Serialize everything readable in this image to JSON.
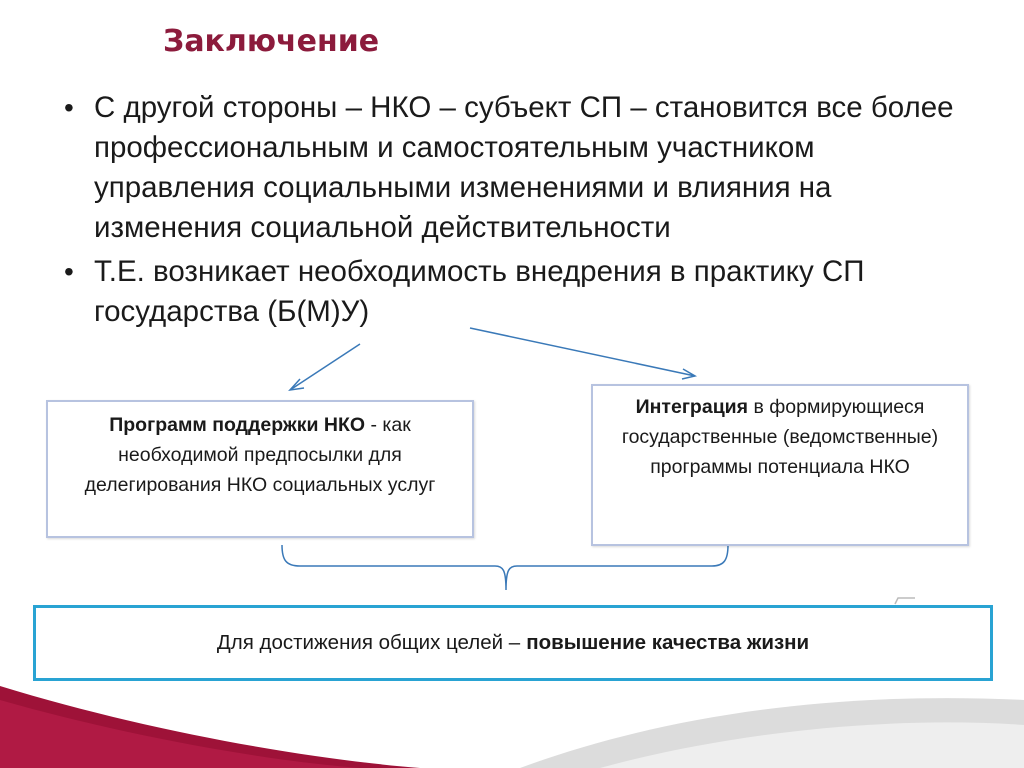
{
  "slide": {
    "title": "Заключение",
    "bullets": [
      {
        "text": "С другой стороны – НКО – субъект СП – становится все более профессиональным и самостоятельным участником управления социальными изменениями и влияния на изменения социальной действительности"
      },
      {
        "text": "Т.Е. возникает необходимость внедрения в практику СП государства (Б(М)У)"
      }
    ],
    "bullet_glyph": "•",
    "left_box": {
      "bold": "Программ поддержки НКО",
      "rest": " - как необходимой предпосылки для делегирования НКО социальных услуг"
    },
    "right_box": {
      "bold": "Интеграция",
      "rest": " в формирующиеся государственные (ведомственные) программы потенциала НКО"
    },
    "goal_box": {
      "normal": "Для достижения общих целей –",
      "bold": "повышение качества жизни"
    },
    "colors": {
      "title": "#8c1b3c",
      "box_border": "#b7c3e0",
      "goal_border": "#29a3d3",
      "arrow": "#3a79b8",
      "wave_dark": "#9e1238",
      "wave_light": "#d9d9d9"
    }
  }
}
